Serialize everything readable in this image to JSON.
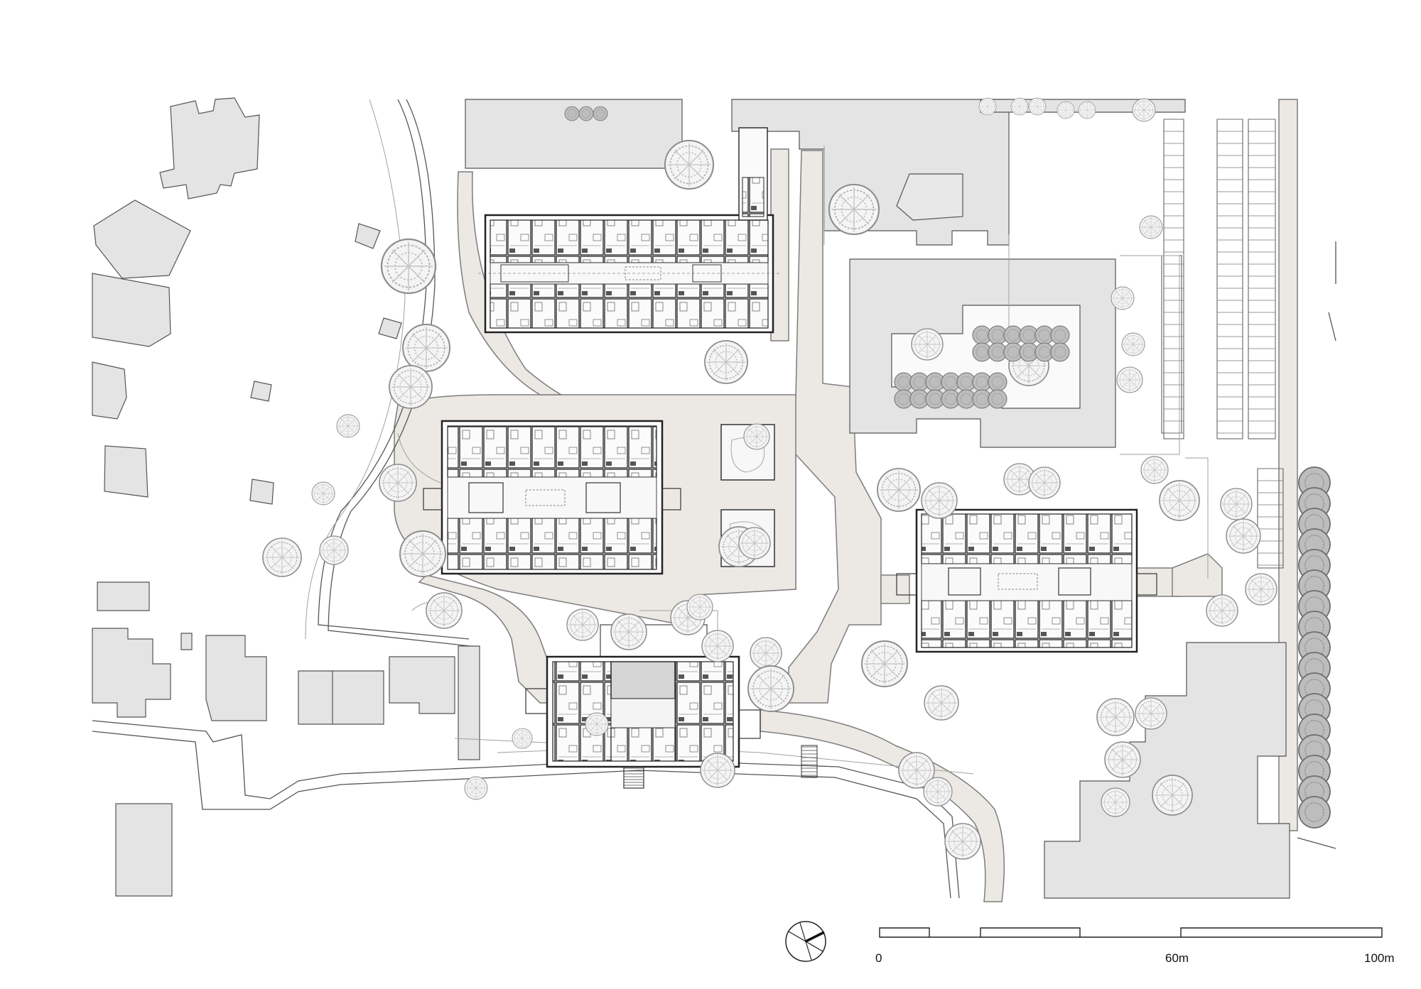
{
  "scale_bar": {
    "labels": [
      "0",
      "60m",
      "100m"
    ]
  },
  "palette": {
    "building": "#e4e4e4",
    "paving": "#ece9e4",
    "tree_fill": "#f2f2f2",
    "tree_dark": "#8a8a8a",
    "line": "#333333",
    "thin": "#9a9a9a"
  },
  "icons": {
    "north": "north-arrow-icon",
    "tree": "tree-icon"
  }
}
